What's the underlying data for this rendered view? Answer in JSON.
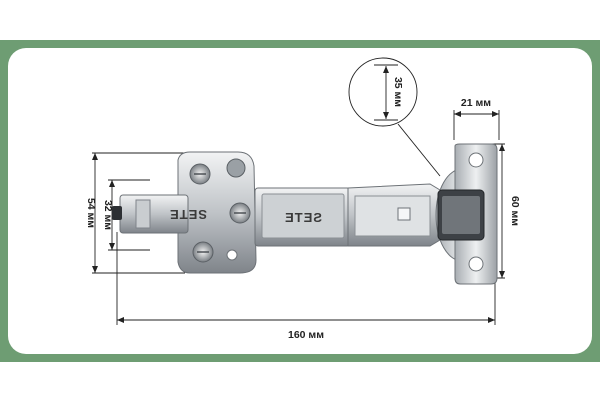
{
  "dimensions": {
    "width_160": "160 мм",
    "height_54": "54 мм",
    "height_32": "32 мм",
    "height_60": "60 мм",
    "width_21": "21 мм",
    "cup_35": "35 мм"
  },
  "brand_text": "SETE",
  "colors": {
    "border": "#6e9d73",
    "metal_light": "#d9dcdf",
    "metal_dark": "#8d9297"
  }
}
